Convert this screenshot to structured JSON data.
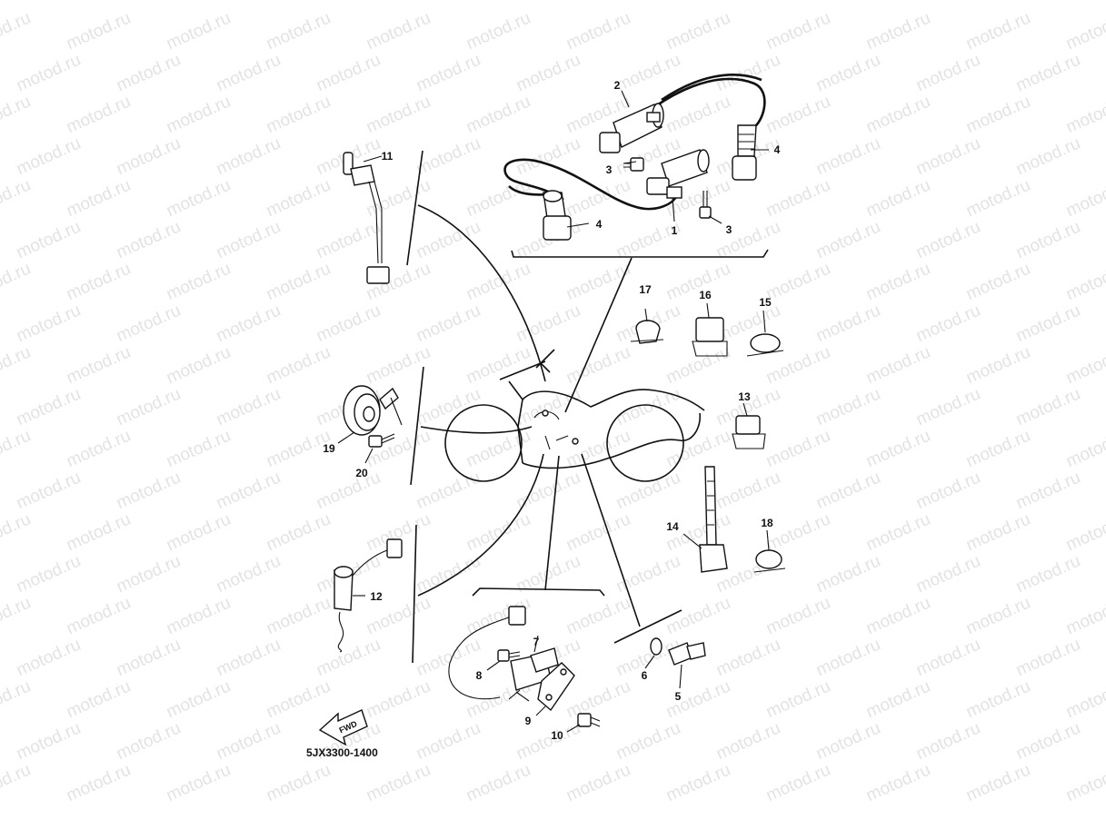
{
  "watermark": {
    "text": "motod.ru"
  },
  "diagram_code": "5JX3300-1400",
  "fwd_label": "FWD",
  "callouts": {
    "c1": "1",
    "c2": "2",
    "c3a": "3",
    "c3b": "3",
    "c4a": "4",
    "c4b": "4",
    "c5": "5",
    "c6": "6",
    "c7": "7",
    "c8": "8",
    "c9": "9",
    "c10": "10",
    "c11": "11",
    "c12": "12",
    "c13": "13",
    "c14": "14",
    "c15": "15",
    "c16": "16",
    "c17": "17",
    "c18": "18",
    "c19": "19",
    "c20": "20"
  }
}
